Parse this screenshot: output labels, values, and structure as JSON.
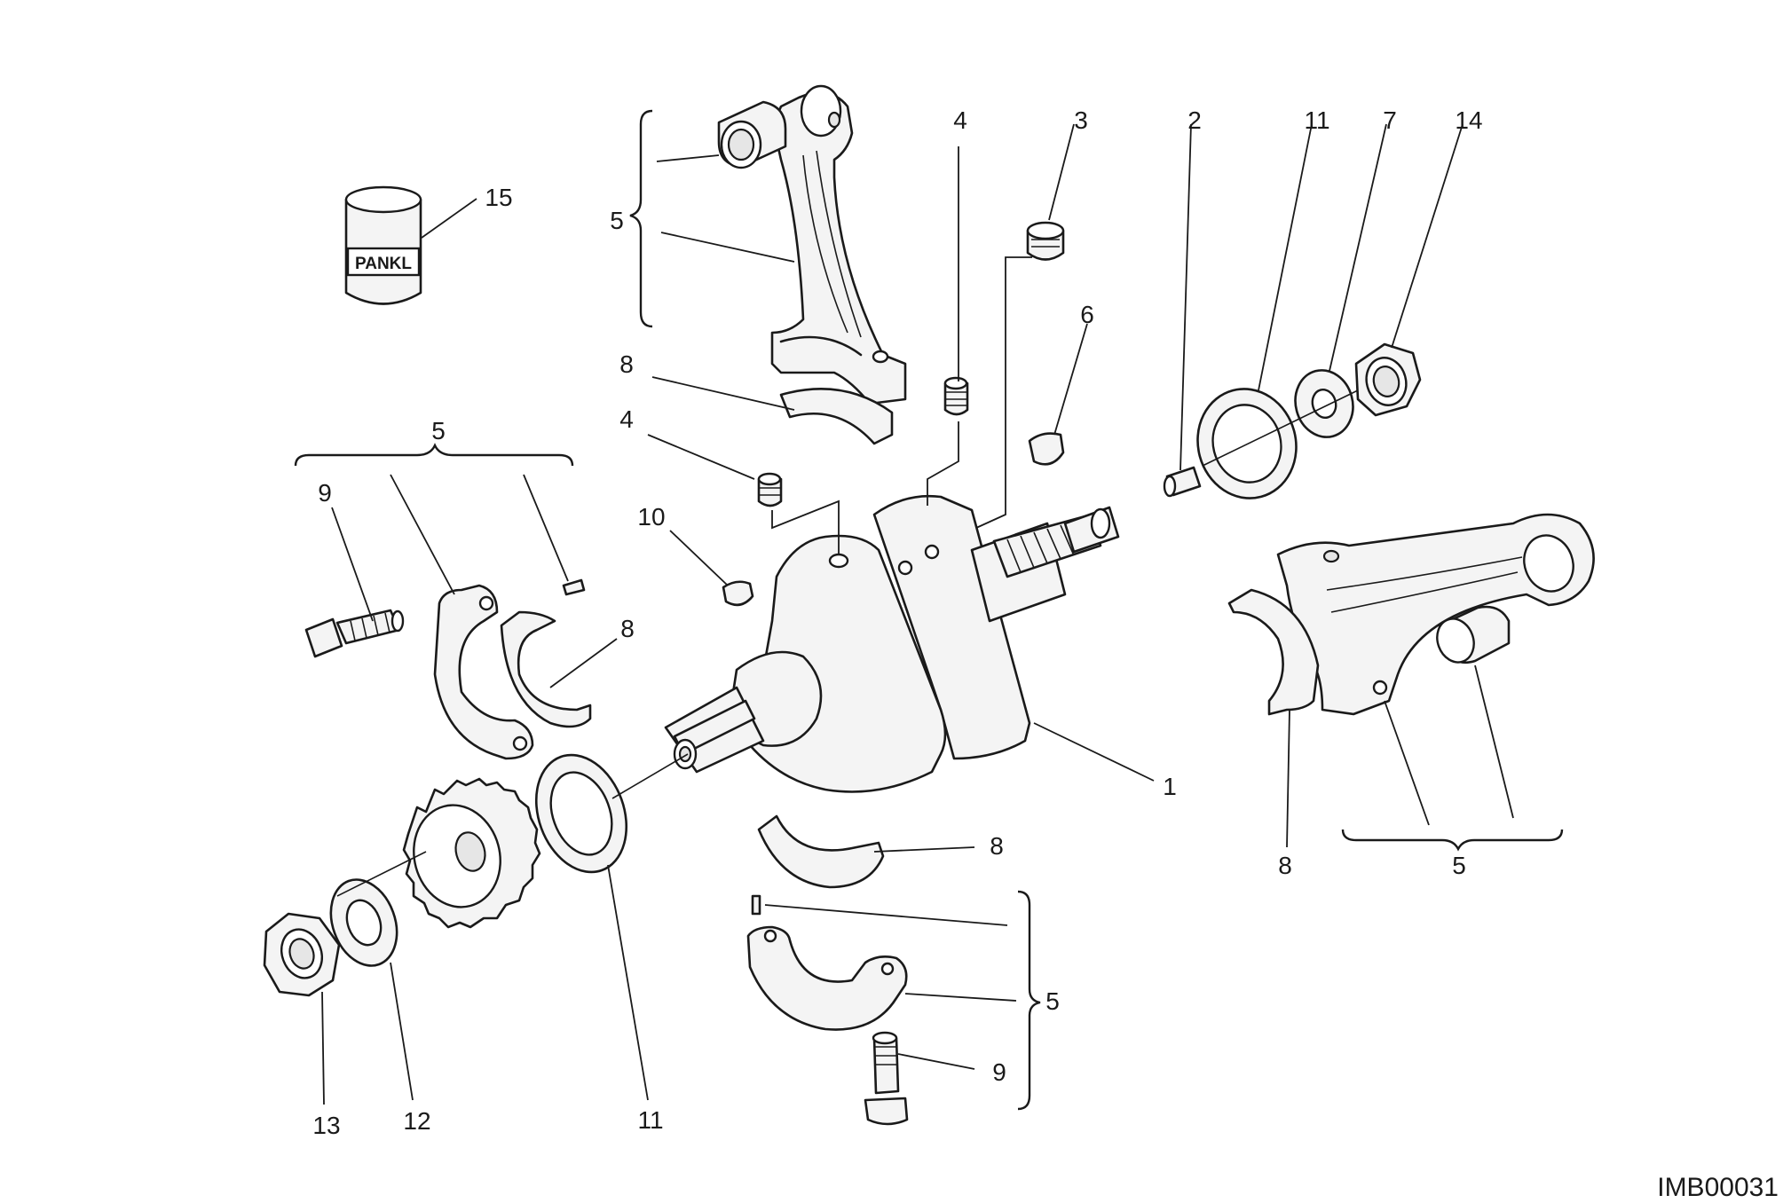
{
  "drawing_code": "IMB00031",
  "brand_mark": "PANKL",
  "callouts": [
    {
      "id": "c15",
      "text": "15"
    },
    {
      "id": "c5a",
      "text": "5"
    },
    {
      "id": "c8a",
      "text": "8"
    },
    {
      "id": "c4a",
      "text": "4"
    },
    {
      "id": "c4b",
      "text": "4"
    },
    {
      "id": "c3",
      "text": "3"
    },
    {
      "id": "c6",
      "text": "6"
    },
    {
      "id": "c2",
      "text": "2"
    },
    {
      "id": "c11a",
      "text": "11"
    },
    {
      "id": "c7",
      "text": "7"
    },
    {
      "id": "c14",
      "text": "14"
    },
    {
      "id": "c5b",
      "text": "5"
    },
    {
      "id": "c9a",
      "text": "9"
    },
    {
      "id": "c10",
      "text": "10"
    },
    {
      "id": "c8b",
      "text": "8"
    },
    {
      "id": "c1",
      "text": "1"
    },
    {
      "id": "c8c",
      "text": "8"
    },
    {
      "id": "c5c",
      "text": "5"
    },
    {
      "id": "c8d",
      "text": "8"
    },
    {
      "id": "c5d",
      "text": "5"
    },
    {
      "id": "c9b",
      "text": "9"
    },
    {
      "id": "c13",
      "text": "13"
    },
    {
      "id": "c12",
      "text": "12"
    },
    {
      "id": "c11b",
      "text": "11"
    }
  ]
}
